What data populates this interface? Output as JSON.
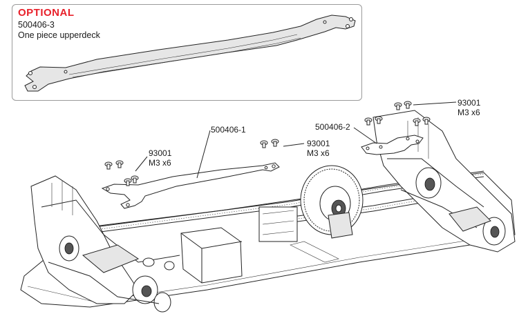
{
  "optional": {
    "title": "OPTIONAL",
    "part_number": "500406-3",
    "description": "One piece upperdeck",
    "title_color": "#e8202a"
  },
  "callouts": {
    "left_upperdeck": "500406-1",
    "right_upperdeck": "500406-2",
    "screw_left_code": "93001",
    "screw_left_qty": "M3 x6",
    "screw_mid_code": "93001",
    "screw_mid_qty": "M3 x6",
    "screw_right_code": "93001",
    "screw_right_qty": "M3 x6"
  }
}
